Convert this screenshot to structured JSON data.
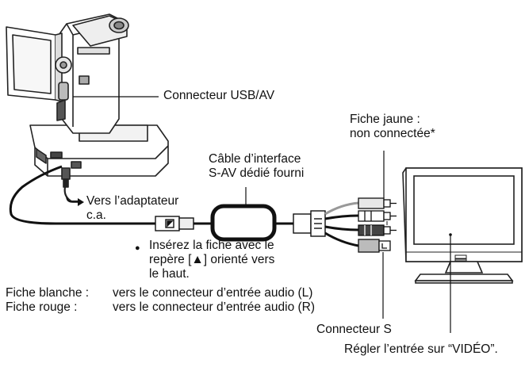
{
  "callouts": {
    "usb_av_connector": "Connecteur USB/AV",
    "yellow_plug_line1": "Fiche jaune :",
    "yellow_plug_line2": "non connectée*",
    "cable_line1": "Câble d’interface",
    "cable_line2": "S-AV dédié fourni",
    "adapter_line1": "Vers l’adaptateur",
    "adapter_line2": "c.a.",
    "insert_bullet": "●",
    "insert_line1": "Insérez la fiche avec le",
    "insert_line2": "repère [▲] orienté vers",
    "insert_line3": "le haut.",
    "s_connector": "Connecteur S",
    "set_input": "Régler l’entrée sur “VIDÉO”."
  },
  "plug_table": [
    {
      "plug": "Fiche blanche :",
      "destination": "vers le connecteur d’entrée audio (L)"
    },
    {
      "plug": "Fiche rouge :",
      "destination": "vers le connecteur d’entrée audio (R)"
    }
  ]
}
